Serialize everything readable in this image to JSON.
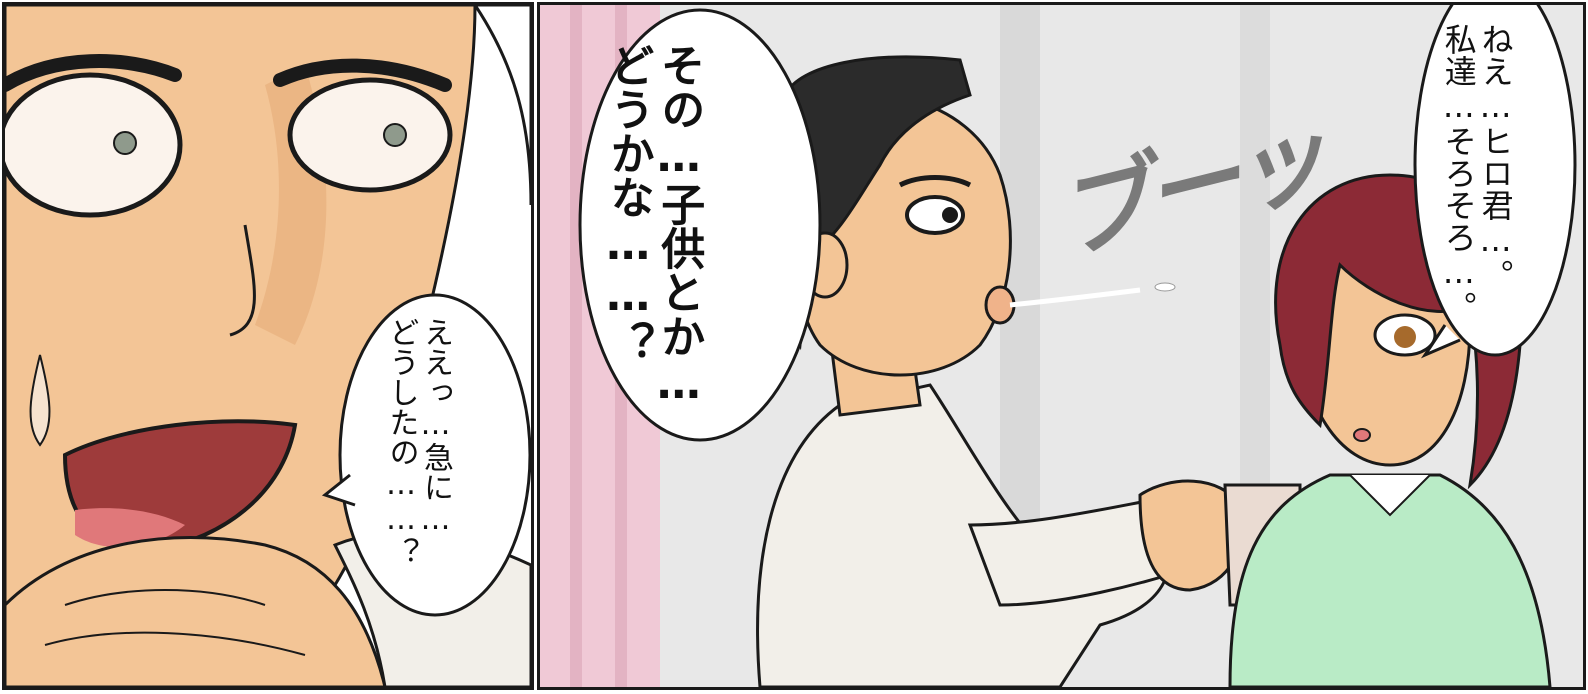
{
  "panels": {
    "left": {
      "bubble": {
        "lines": [
          "ええっ…急に…",
          "どうしたの……？"
        ]
      }
    },
    "right": {
      "man_bubble": {
        "lines": [
          "その…子供とか…",
          "どうかな……？"
        ]
      },
      "woman_bubble": {
        "lines": [
          "ねえ…ヒロ君…。",
          "私達…そろそろ…。"
        ]
      },
      "sound_effect": "ブーッ"
    }
  },
  "colors": {
    "skin": "#f3c596",
    "skin_shadow": "#e6ab78",
    "hair_man": "#2b2b2b",
    "hair_woman": "#8c2a36",
    "shirt_man": "#f2efe9",
    "shirt_woman": "#b9ebc6",
    "mug": "#eadbd2",
    "background_right": "#e8e8e8",
    "curtain": "#f0c9d6"
  }
}
